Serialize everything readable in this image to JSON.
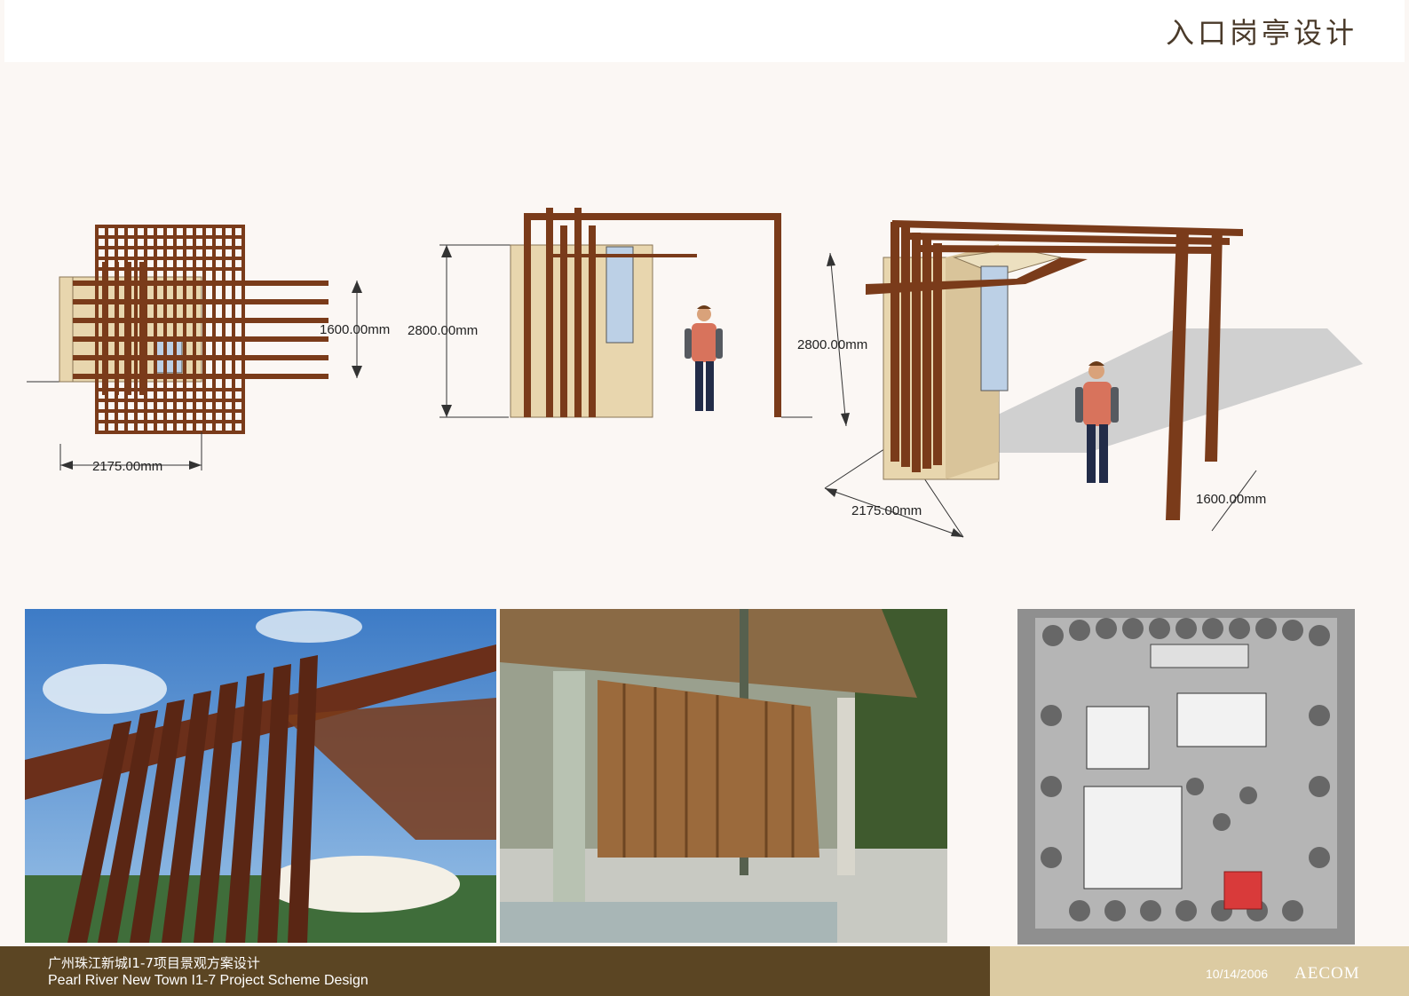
{
  "title": "入口岗亭设计",
  "plan_view": {
    "dim_depth": "1600.00mm",
    "dim_width": "2175.00mm"
  },
  "elevation_view": {
    "dim_height": "2800.00mm"
  },
  "perspective_view": {
    "dim_height": "2800.00mm",
    "dim_width": "2175.00mm",
    "dim_depth": "1600.00mm"
  },
  "footer": {
    "title_cn": "广州珠江新城I1-7项目景观方案设计",
    "title_en": "Pearl River New Town I1-7 Project  Scheme Design",
    "date": "10/14/2006",
    "brand": "AECOM"
  },
  "colors": {
    "timber": "#7a3b1a",
    "stone": "#e8d6ae",
    "footer_dark": "#5b4523",
    "footer_light": "#dccba2"
  }
}
